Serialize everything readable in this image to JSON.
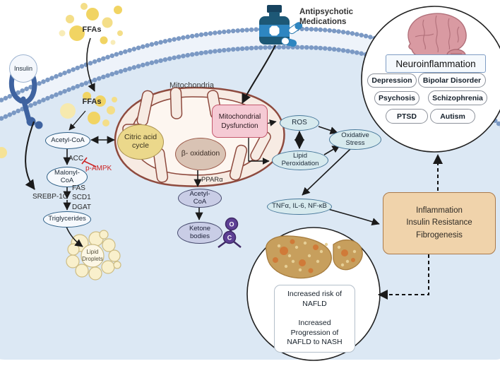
{
  "labels": {
    "ffas_top": "FFAs",
    "ffas_inner": "FFAs",
    "insulin": "Insulin",
    "mitochondria": "Mitochondria",
    "antipsychotic_medications": "Antipsychotic\nMedications",
    "pparalpha": "PPARα"
  },
  "lipogenesis": {
    "acetyl_coa": "Acetyl-CoA",
    "acc": "ACC",
    "p_ampk": "p-AMPK",
    "malonyl_coa": "Malonyl-\nCoA",
    "srebp1c": "SREBP-1C",
    "fas": "FAS",
    "scd1": "SCD1",
    "dgat": "DGAT",
    "triglycerides": "Triglycerides",
    "lipid_droplets": "Lipid\nDroplets"
  },
  "mitochondrion": {
    "citric_acid_cycle": "Citric acid\ncycle",
    "beta_oxidation": "β- oxidation",
    "mitochondrial_dysfunction": "Mitochondrial\nDysfunction",
    "acetyl_coa": "Acetyl-\nCoA",
    "ketone_bodies": "Ketone\nbodies",
    "molecule": {
      "o": "O",
      "c": "C"
    }
  },
  "oxidative": {
    "ros": "ROS",
    "lipid_peroxidation": "Lipid\nPeroxidation",
    "oxidative_stress": "Oxidative\nStress",
    "cytokines": "TNFα, IL-6, NF-κB"
  },
  "outcomes": {
    "inflammation_box": "Inflammation\nInsulin Resistance\nFibrogenesis",
    "neuroinflammation": "Neuroinflammation",
    "disorders": [
      "Depression",
      "Bipolar Disorder",
      "Psychosis",
      "Schizophrenia",
      "PTSD",
      "Autism"
    ],
    "liver_outcome": "Increased risk of\nNAFLD\n\nIncreased\nProgression of\nNAFLD to NASH"
  },
  "colors": {
    "cytoplasm": "#dce8f4",
    "membrane_beads": "#7b99c4",
    "mitochondria_border": "#8e4a3e",
    "mitochondria_fill": "#f7ebe3",
    "citric_fill": "#ebd88b",
    "beta_oxidation_fill": "#d9c3b4",
    "dysfunction_fill": "#f5cad4",
    "stress_node_fill": "#d7eaee",
    "lavender_fill": "#c9cde6",
    "inflammation_fill": "#f0d3ab",
    "inhibition_red": "#cc2222",
    "ffa_yellow": "#f1d463",
    "bottle_blue": "#1d5876"
  }
}
